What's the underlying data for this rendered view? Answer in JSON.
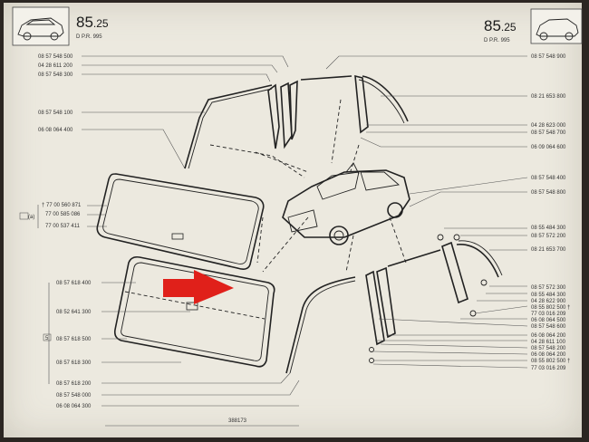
{
  "header_left": {
    "number": "85",
    "decimal": ".25",
    "sub": "D       P.R. 995"
  },
  "header_right": {
    "number": "85",
    "decimal": ".25",
    "sub": "D       P.R. 995"
  },
  "labels_top_left": [
    "08 57 548 500",
    "04 28 611 200",
    "08 57 548 300"
  ],
  "labels_mid_left": [
    "08 57 548 100",
    "06 08 064 400"
  ],
  "labels_legend": [
    "† 77 00 560 871",
    "77 00 585 086",
    "77 00 537 411"
  ],
  "legend_box": "(a)",
  "labels_lower_left": [
    "08 57 618 400",
    "08 52 641 300",
    "08 57 618 500",
    "08 57 618 300",
    "08 57 618 200",
    "08 57 548 000",
    "06 08 064 300"
  ],
  "legend_box2": "5",
  "labels_top_right": [
    "08 57 548 900",
    "08 21 653 800",
    "04 28 623 000",
    "08 57 548 700",
    "06 09 064 600"
  ],
  "labels_mid_right": [
    "08 57 548 400",
    "08 57 548 800"
  ],
  "labels_right_lower": [
    "08 55 484 300",
    "08 57 572 200",
    "08 21 653 700"
  ],
  "labels_bottom_right": [
    "08 57 572 300",
    "08 55 484 300",
    "04 28 622 900",
    "08 55 802 500 †",
    "77 03 016 209",
    "06 08 064 500",
    "08 57 548 600",
    "06 08 064 200",
    "04 28 611 100",
    "08 57 548 200",
    "06 08 064 200",
    "08 55 802 500 †",
    "77 03 016 209"
  ],
  "footer": "388173",
  "colors": {
    "arrow": "#e0201a",
    "paper": "#ece9df",
    "ink": "#222222"
  },
  "icons": [
    "car-thumbnail-icon",
    "red-arrow-icon"
  ]
}
